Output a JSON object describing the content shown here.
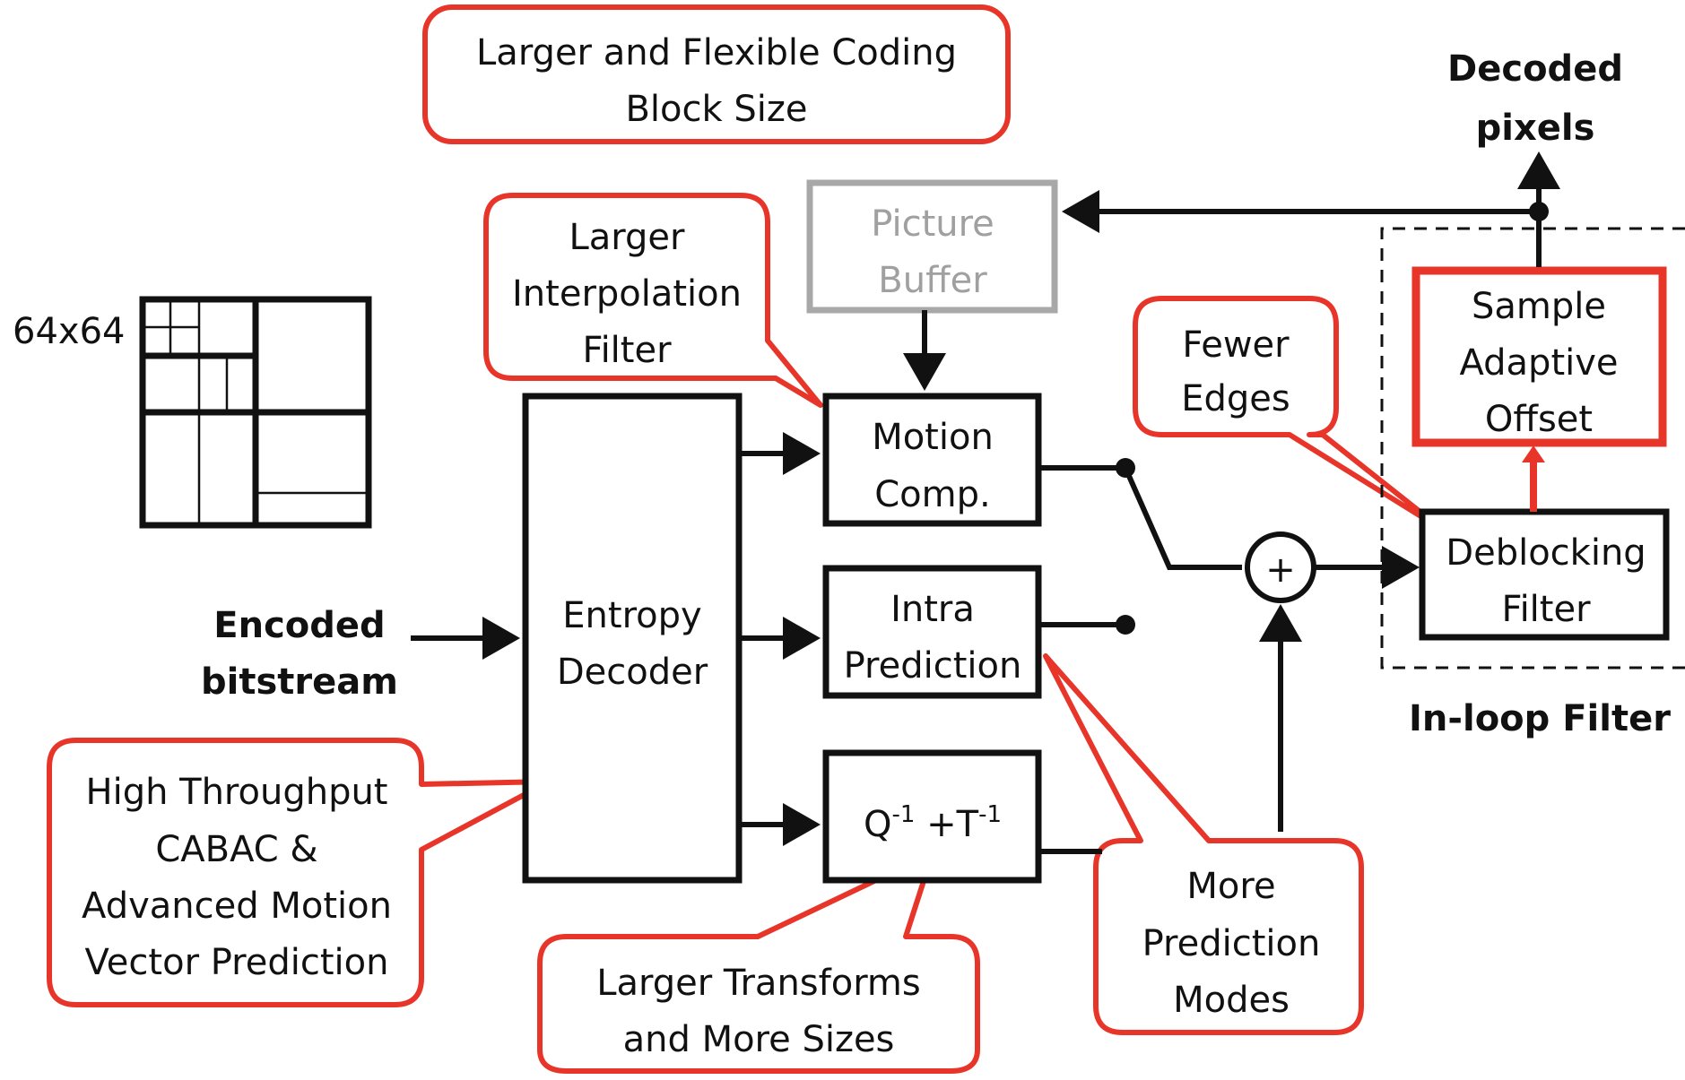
{
  "colors": {
    "block_stroke": "#111111",
    "callout_stroke": "#e8352a",
    "muted_text": "#a0a0a0",
    "background": "#ffffff"
  },
  "labels": {
    "grid_size": "64x64",
    "encoded_bitstream": [
      "Encoded",
      "bitstream"
    ],
    "entropy_decoder": [
      "Entropy",
      "Decoder"
    ],
    "picture_buffer": [
      "Picture",
      "Buffer"
    ],
    "motion_comp": [
      "Motion",
      "Comp."
    ],
    "intra_prediction": [
      "Intra",
      "Prediction"
    ],
    "inverse_qt": {
      "q": "Q",
      "q_sup": "-1",
      "plus": " +T",
      "t_sup": "-1"
    },
    "sum_symbol": "+",
    "deblocking_filter": [
      "Deblocking",
      "Filter"
    ],
    "sao": [
      "Sample",
      "Adaptive",
      "Offset"
    ],
    "in_loop_filter": "In-loop Filter",
    "decoded_pixels": [
      "Decoded",
      "pixels"
    ]
  },
  "callouts": {
    "larger_coding_block": [
      "Larger and Flexible Coding",
      "Block Size"
    ],
    "larger_interp_filter": [
      "Larger",
      "Interpolation",
      "Filter"
    ],
    "fewer_edges": [
      "Fewer",
      "Edges"
    ],
    "high_throughput_cabac": [
      "High Throughput",
      "CABAC &",
      "Advanced Motion",
      "Vector Prediction"
    ],
    "larger_transforms": [
      "Larger Transforms",
      "and More Sizes"
    ],
    "more_pred_modes": [
      "More",
      "Prediction",
      "Modes"
    ]
  }
}
